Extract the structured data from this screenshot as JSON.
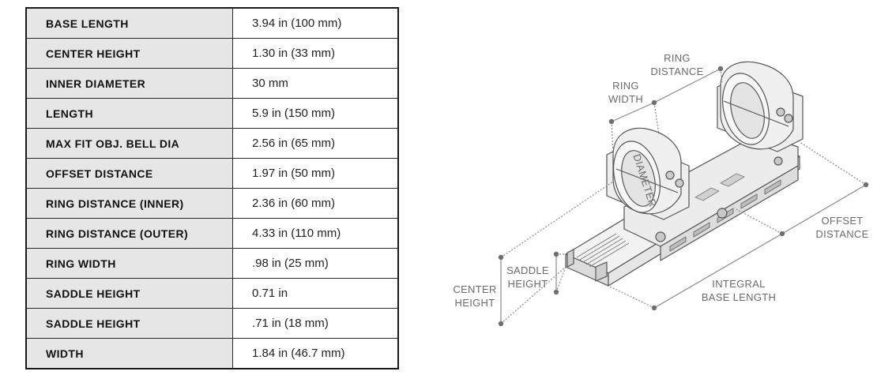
{
  "specs": [
    {
      "label": "BASE LENGTH",
      "value": "3.94 in (100 mm)"
    },
    {
      "label": "CENTER HEIGHT",
      "value": "1.30 in (33 mm)"
    },
    {
      "label": "INNER DIAMETER",
      "value": "30 mm"
    },
    {
      "label": "LENGTH",
      "value": "5.9 in (150 mm)"
    },
    {
      "label": "MAX FIT OBJ. BELL DIA",
      "value": "2.56 in (65 mm)"
    },
    {
      "label": "OFFSET DISTANCE",
      "value": "1.97 in (50 mm)"
    },
    {
      "label": "RING DISTANCE (INNER)",
      "value": "2.36 in (60 mm)"
    },
    {
      "label": "RING DISTANCE (OUTER)",
      "value": "4.33 in (110 mm)"
    },
    {
      "label": "RING WIDTH",
      "value": ".98 in (25 mm)"
    },
    {
      "label": "SADDLE HEIGHT",
      "value": "0.71 in"
    },
    {
      "label": "SADDLE HEIGHT",
      "value": ".71 in (18 mm)"
    },
    {
      "label": "WIDTH",
      "value": "1.84 in (46.7 mm)"
    }
  ],
  "diagram": {
    "ring_distance": [
      "RING",
      "DISTANCE"
    ],
    "ring_width": [
      "RING",
      "WIDTH"
    ],
    "diameter": "DIAMETER",
    "offset_distance": [
      "OFFSET",
      "DISTANCE"
    ],
    "saddle_height": [
      "SADDLE",
      "HEIGHT"
    ],
    "center_height": [
      "CENTER",
      "HEIGHT"
    ],
    "integral_base_length": [
      "INTEGRAL",
      "BASE LENGTH"
    ]
  }
}
